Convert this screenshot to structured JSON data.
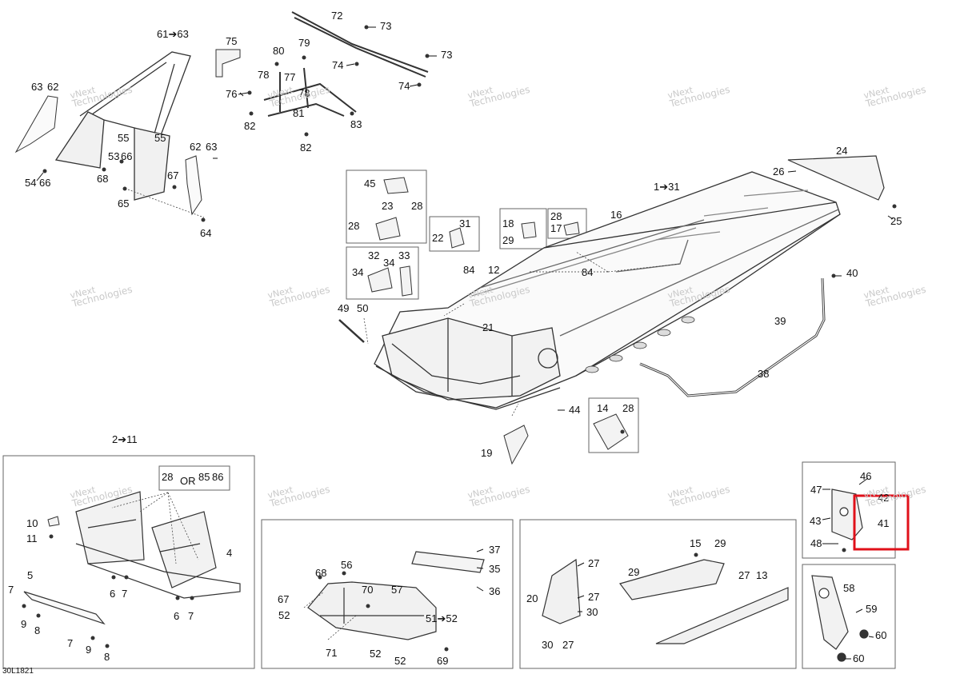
{
  "watermark": {
    "line1": "vNext",
    "line2": "Technologies"
  },
  "drawing_code": "30L1821",
  "or_text": "OR",
  "highlight_color": "#e0101a",
  "callouts": {
    "c1": "1➔31",
    "c2": "2➔11",
    "c4": "4",
    "c5": "5",
    "c6a": "6",
    "c6b": "6",
    "c7a": "7",
    "c7b": "7",
    "c7c": "7",
    "c7d": "7",
    "c8a": "8",
    "c8b": "8",
    "c9a": "9",
    "c9b": "9",
    "c10": "10",
    "c11": "11",
    "c12": "12",
    "c13": "13",
    "c14": "14",
    "c15": "15",
    "c16": "16",
    "c17": "17",
    "c18": "18",
    "c19": "19",
    "c20": "20",
    "c21": "21",
    "c22": "22",
    "c23": "23",
    "c24": "24",
    "c25": "25",
    "c26": "26",
    "c27a": "27",
    "c27b": "27",
    "c27c": "27",
    "c27d": "27",
    "c28a": "28",
    "c28b": "28",
    "c28c": "28",
    "c28d": "28",
    "c28e": "28",
    "c29a": "29",
    "c29b": "29",
    "c29c": "29",
    "c30a": "30",
    "c30b": "30",
    "c31": "31",
    "c32": "32",
    "c33": "33",
    "c34a": "34",
    "c34b": "34",
    "c35": "35",
    "c36": "36",
    "c37": "37",
    "c38": "38",
    "c39": "39",
    "c40": "40",
    "c41": "41",
    "c42": "42",
    "c43": "43",
    "c44": "44",
    "c45": "45",
    "c46": "46",
    "c47": "47",
    "c48": "48",
    "c49": "49",
    "c50": "50",
    "c51": "51➔52",
    "c52a": "52",
    "c52b": "52",
    "c52c": "52",
    "c53": "53",
    "c54": "54",
    "c55a": "55",
    "c55b": "55",
    "c56": "56",
    "c57": "57",
    "c58": "58",
    "c59": "59",
    "c60a": "60",
    "c60b": "60",
    "c61": "61➔63",
    "c62a": "62",
    "c62b": "62",
    "c63a": "63",
    "c63b": "63",
    "c64": "64",
    "c65": "65",
    "c66a": "66",
    "c66b": "66",
    "c67a": "67",
    "c67b": "67",
    "c68a": "68",
    "c68b": "68",
    "c69": "69",
    "c70": "70",
    "c71": "71",
    "c72": "72",
    "c73a": "73",
    "c73b": "73",
    "c74a": "74",
    "c74b": "74",
    "c75": "75",
    "c76": "76",
    "c77": "77",
    "c78a": "78",
    "c78b": "78",
    "c79": "79",
    "c80": "80",
    "c81": "81",
    "c82a": "82",
    "c82b": "82",
    "c83": "83",
    "c84a": "84",
    "c84b": "84",
    "c85": "85",
    "c86": "86"
  }
}
